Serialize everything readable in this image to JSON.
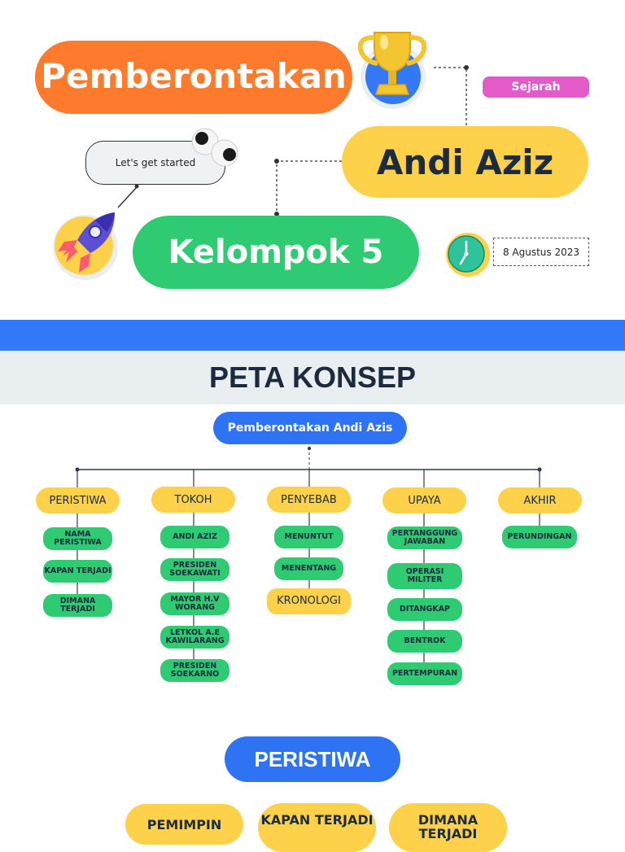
{
  "header": {
    "title_1": "Pemberontakan",
    "title_2": "Andi Aziz",
    "title_3": "Kelompok 5",
    "subject_badge": "Sejarah",
    "speech": "Let's get started",
    "date": "8 Agustus 2023"
  },
  "icons": [
    "trophy-icon",
    "eyes-icon",
    "rocket-icon",
    "clock-icon"
  ],
  "colors": {
    "orange": "#fe7b2d",
    "yellow": "#fdd14a",
    "green": "#2fcb72",
    "blue": "#3378f6",
    "pink": "#e35ac8",
    "navy": "#1c2b3d"
  },
  "concept_map": {
    "heading": "PETA KONSEP",
    "root": "Pemberontakan Andi Azis",
    "categories": [
      {
        "label": "PERISTIWA",
        "items": [
          "NAMA PERISTIWA",
          "KAPAN TERJADI",
          "DIMANA TERJADI"
        ]
      },
      {
        "label": "TOKOH",
        "items": [
          "ANDI AZIZ",
          "PRESIDEN SOEKAWATI",
          "MAYOR H.V WORANG",
          "LETKOL A.E KAWILARANG",
          "PRESIDEN SOEKARNO"
        ]
      },
      {
        "label": "PENYEBAB",
        "items": [
          "MENUNTUT",
          "MENENTANG",
          "KRONOLOGI"
        ]
      },
      {
        "label": "UPAYA",
        "items": [
          "PERTANGGUNG JAWABAN",
          "OPERASI MILITER",
          "DITANGKAP",
          "BENTROK",
          "PERTEMPURAN"
        ]
      },
      {
        "label": "AKHIR",
        "items": [
          "PERUNDINGAN"
        ]
      }
    ]
  },
  "section": {
    "title": "PERISTIWA",
    "items": [
      "PEMIMPIN",
      "KAPAN TERJADI",
      "DIMANA TERJADI"
    ]
  }
}
